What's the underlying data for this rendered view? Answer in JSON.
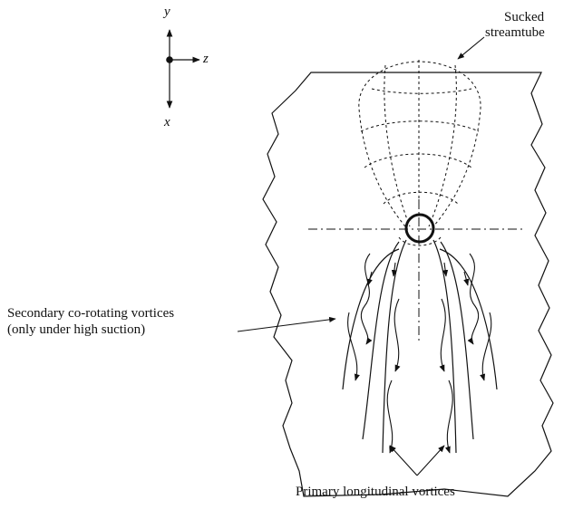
{
  "axes": {
    "y": "y",
    "z": "z",
    "x": "x"
  },
  "labels": {
    "sucked_line1": "Sucked",
    "sucked_line2": "streamtube",
    "secondary_line1": "Secondary co-rotating vortices",
    "secondary_line2": "(only under high suction)",
    "primary": "Primary longitudinal vortices"
  },
  "colors": {
    "ink": "#111111",
    "background": "#ffffff"
  }
}
